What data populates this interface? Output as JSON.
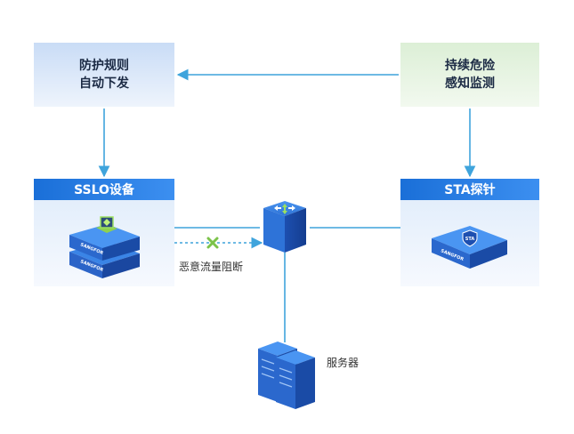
{
  "nodes": {
    "rule_line1": "防护规则",
    "rule_line2": "自动下发",
    "sense_line1": "持续危险",
    "sense_line2": "感知监测",
    "sslo_title": "SSLO设备",
    "sta_title": "STA探针",
    "sslo_brand_top": "SANGFOR",
    "sslo_brand_bottom": "SANGFOR",
    "sta_brand": "SANGFOR",
    "sta_badge": "STA",
    "blocked_label": "恶意流量阻断",
    "server_label": "服务器"
  },
  "colors": {
    "line": "#3fa4dc",
    "header": "#1a6fd8",
    "block_x": "#7cc34a"
  }
}
